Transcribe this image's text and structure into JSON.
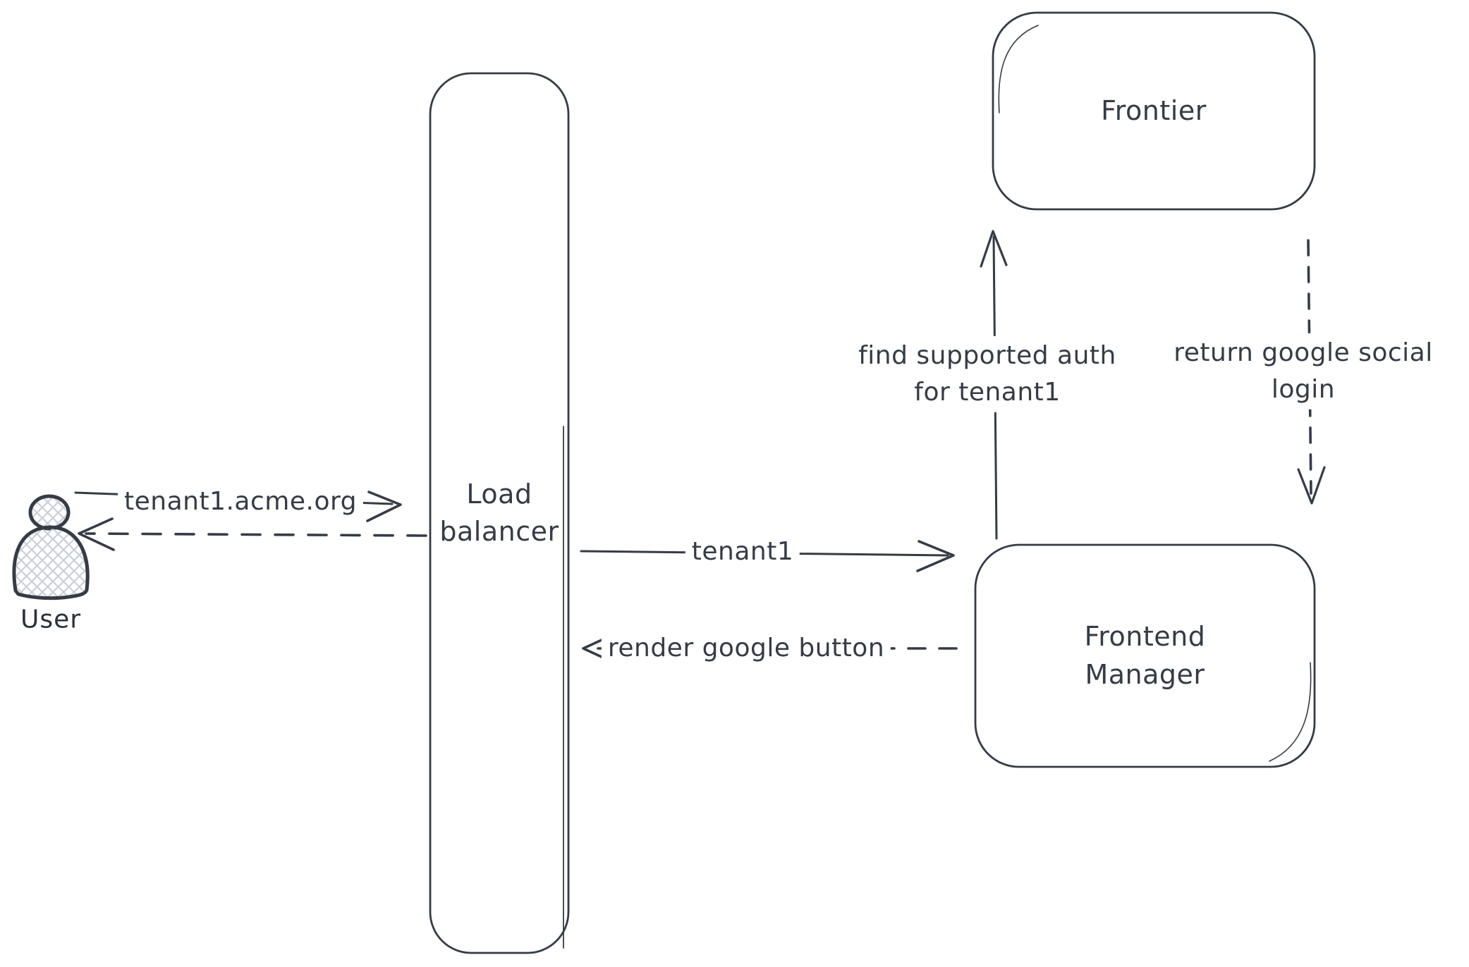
{
  "diagram": {
    "nodes": {
      "user": {
        "label": "User",
        "shape": "person"
      },
      "load_balancer": {
        "label": "Load balancer",
        "shape": "rounded-rectangle"
      },
      "frontier": {
        "label": "Frontier",
        "shape": "rounded-rectangle"
      },
      "frontend_manager": {
        "label": "Frontend Manager",
        "shape": "rounded-rectangle"
      }
    },
    "edges": {
      "user_request": {
        "label": "tenant1.acme.org",
        "style": "solid",
        "from": "User",
        "to": "Load balancer"
      },
      "lb_response": {
        "label": "",
        "style": "dashed",
        "from": "Load balancer",
        "to": "User"
      },
      "lb_to_fm": {
        "label": "tenant1",
        "style": "solid",
        "from": "Load balancer",
        "to": "Frontend Manager"
      },
      "fm_to_lb": {
        "label": "render google button",
        "style": "dashed",
        "from": "Frontend Manager",
        "to": "Load balancer"
      },
      "fm_to_frontier": {
        "label": "find supported auth for tenant1",
        "style": "solid",
        "from": "Frontend Manager",
        "to": "Frontier"
      },
      "frontier_to_fm": {
        "label": "return google social login",
        "style": "dashed",
        "from": "Frontier",
        "to": "Frontend Manager"
      }
    },
    "icons": {
      "user_figure": "person-silhouette-icon"
    },
    "colors": {
      "stroke": "#363b44",
      "hatch_fill": "#c9cfda",
      "background": "#ffffff"
    }
  }
}
